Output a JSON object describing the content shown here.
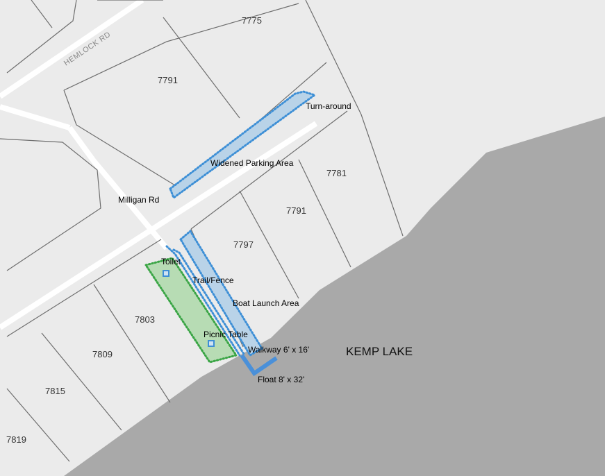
{
  "map": {
    "lake_name": "KEMP LAKE",
    "roads": {
      "hemlock": "HEMLOCK RD",
      "milligan": "Milligan Rd"
    },
    "lots": [
      "7775",
      "7791",
      "7781",
      "7791",
      "7797",
      "7803",
      "7809",
      "7815",
      "7819"
    ],
    "features": {
      "turnaround": "Turn-around",
      "parking": "Widened Parking Area",
      "toilet": "Toilet",
      "trail": "Trail/Fence",
      "boat_launch": "Boat Launch Area",
      "picnic": "Picnic Table",
      "walkway": "Walkway 6' x 16'",
      "float": "Float 8' x 32'"
    },
    "colors": {
      "land": "#ebebeb",
      "lake": "#a9a9a9",
      "lot_line": "#6e6e6e",
      "road": "#ffffff",
      "blue_fill": "#b9d3e8",
      "blue_dots": "#3d8fd6",
      "green_fill": "#b7dcb4",
      "green_dots": "#3aa545"
    }
  }
}
